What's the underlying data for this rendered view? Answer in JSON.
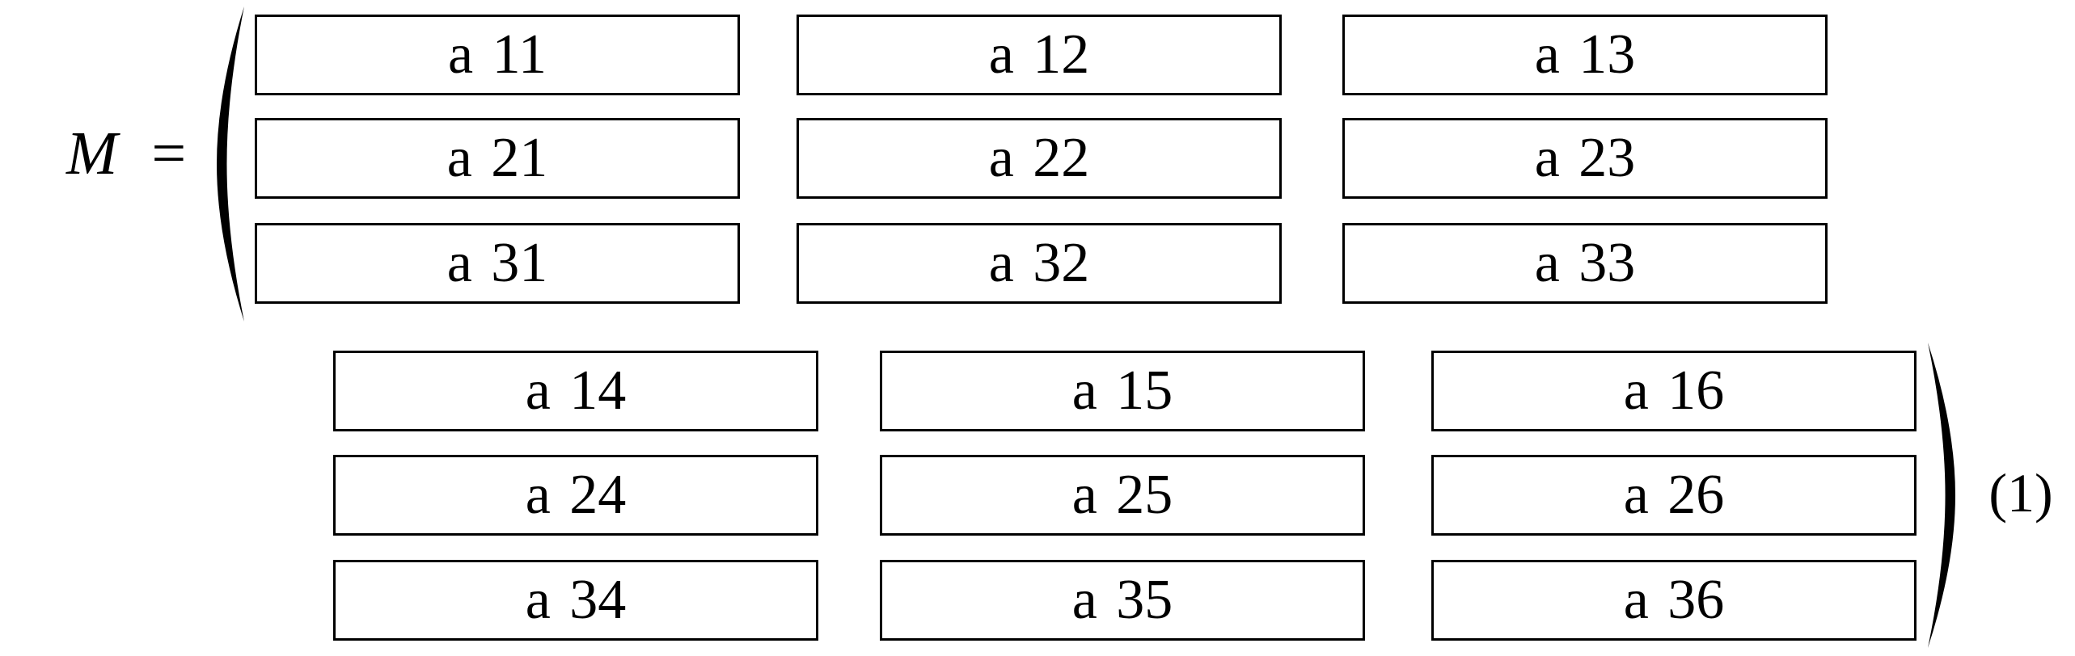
{
  "equation": {
    "lhs_symbol": "M",
    "relation": "=",
    "equation_number": "(1)",
    "matrix": {
      "left_delimiter": "(",
      "right_delimiter": ")",
      "line1_rows": [
        [
          "a 11",
          "a 12",
          "a 13"
        ],
        [
          "a 21",
          "a 22",
          "a 23"
        ],
        [
          "a 31",
          "a 32",
          "a 33"
        ]
      ],
      "line2_rows": [
        [
          "a 14",
          "a 15",
          "a 16"
        ],
        [
          "a 24",
          "a 25",
          "a 26"
        ],
        [
          "a 34",
          "a 35",
          "a 36"
        ]
      ]
    }
  },
  "colors": {
    "ink": "#000000",
    "paper": "#ffffff"
  }
}
